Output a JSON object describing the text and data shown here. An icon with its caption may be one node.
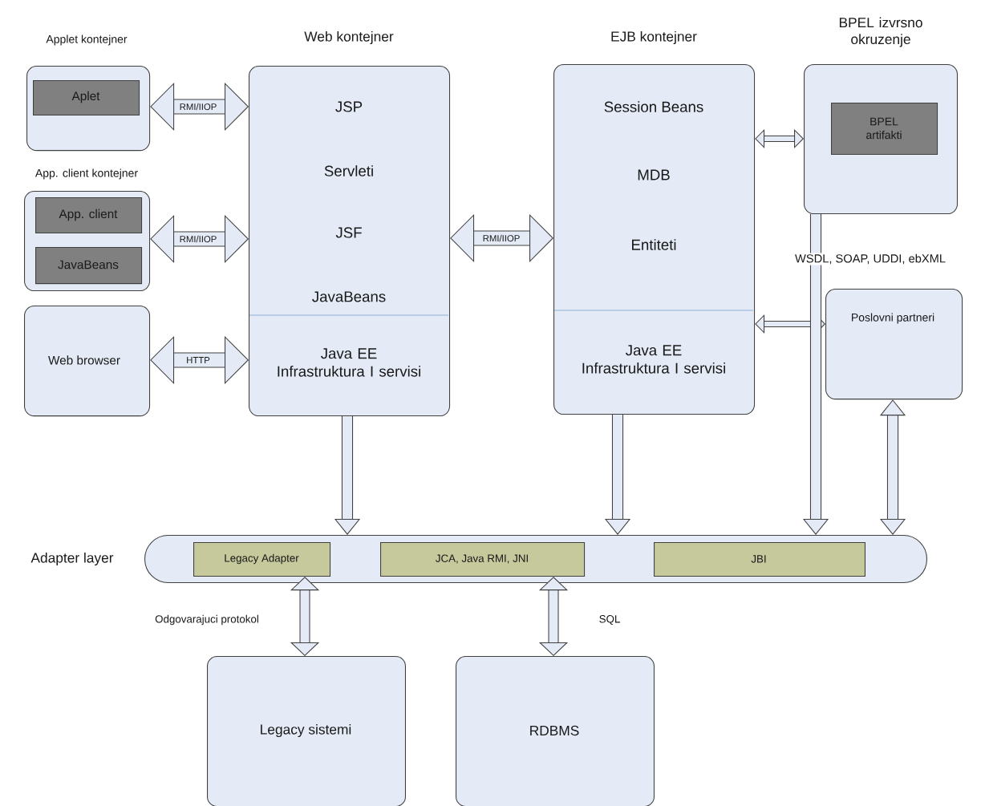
{
  "diagram": {
    "nodes": [
      {
        "text": [
          "Applet kontejner"
        ]
      },
      {
        "text": [
          "Aplet"
        ],
        "in": 0
      },
      {
        "text": [
          "App. client kontejner"
        ]
      },
      {
        "text": [
          "App. client"
        ],
        "in": 2
      },
      {
        "text": [
          "JavaBeans"
        ],
        "in": 2
      },
      {
        "text": [
          "Web browser"
        ]
      },
      {
        "text": [
          "Web kontejner",
          "JSP",
          "Servleti",
          "JSF",
          "JavaBeans",
          "Java EE Infrastruktura I servisi"
        ]
      },
      {
        "text": [
          "EJB kontejner",
          "Session Beans",
          "MDB",
          "Entiteti",
          "Java EE Infrastruktura I servisi"
        ]
      },
      {
        "text": [
          "BPEL izvrsno okruzenje"
        ]
      },
      {
        "text": [
          "BPEL artifakti"
        ],
        "in": 8
      },
      {
        "text": [
          "Poslovni partneri"
        ]
      },
      {
        "text": [
          "Adapter layer"
        ]
      },
      {
        "text": [
          "Legacy Adapter"
        ],
        "in": 11
      },
      {
        "text": [
          "JCA, Java RMI, JNI"
        ],
        "in": 11
      },
      {
        "text": [
          "JBI"
        ],
        "in": 11
      },
      {
        "text": [
          "Legacy sistemi"
        ]
      },
      {
        "text": [
          "RDBMS"
        ]
      }
    ],
    "edges": [
      {
        "from": 0,
        "to": 6,
        "arrow": "both",
        "label": "RMI/IIOP"
      },
      {
        "from": 2,
        "to": 6,
        "arrow": "both",
        "label": "RMI/IIOP"
      },
      {
        "from": 5,
        "to": 6,
        "arrow": "both",
        "label": "HTTP"
      },
      {
        "from": 6,
        "to": 7,
        "arrow": "both",
        "label": "RMI/IIOP"
      },
      {
        "from": 7,
        "to": 8,
        "arrow": "both"
      },
      {
        "from": 7,
        "to": 10,
        "arrow": "both"
      },
      {
        "from": 8,
        "to": 11,
        "arrow": "to",
        "label": "WSDL, SOAP, UDDI, ebXML"
      },
      {
        "from": 10,
        "to": 11,
        "arrow": "both"
      },
      {
        "from": 6,
        "to": 11,
        "arrow": "to"
      },
      {
        "from": 7,
        "to": 11,
        "arrow": "to"
      },
      {
        "from": 12,
        "to": 15,
        "arrow": "both",
        "label": "Odgovarajuci protokol"
      },
      {
        "from": 13,
        "to": 16,
        "arrow": "both",
        "label": "SQL"
      }
    ]
  }
}
